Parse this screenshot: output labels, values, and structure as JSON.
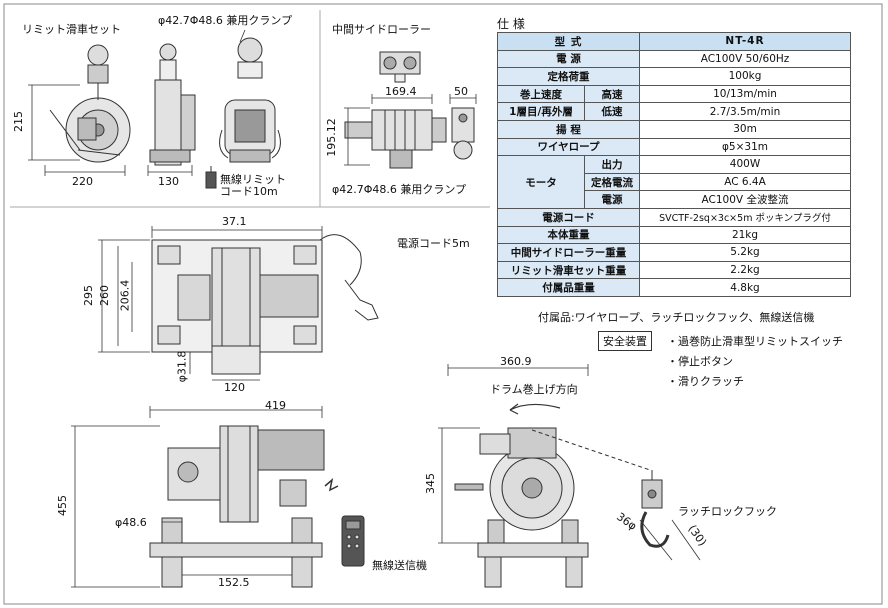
{
  "drawings": {
    "limit_pulley_set": {
      "title": "リミット滑車セット",
      "clamp": "φ42.7Φ48.6 兼用クランプ",
      "dim_height": "215",
      "dim_width": "220",
      "dim_depth": "130",
      "wireless_cord": "無線リミット\nコード10m"
    },
    "side_roller": {
      "title": "中間サイドローラー",
      "dim_width": "169.4",
      "dim_depth": "50",
      "dim_height": "195.12",
      "clamp": "φ42.7Φ48.6 兼用クランプ"
    },
    "top_view": {
      "dim_width": "37.1",
      "dim_h1": "295",
      "dim_h2": "260",
      "dim_h3": "206.4",
      "dim_shaft": "φ31.8",
      "dim_drum": "120",
      "power_cord": "電源コード5m"
    },
    "front_view": {
      "dim_width": "419",
      "dim_height": "455",
      "dim_shaft": "φ48.6",
      "dim_base": "152.5",
      "transmitter": "無線送信機"
    },
    "side_view": {
      "dim_width": "360.9",
      "drum_direction": "ドラム巻上げ方向",
      "dim_height": "345",
      "hook": "ラッチロックフック",
      "dim_hook1": "36φ",
      "dim_hook2": "(30)"
    }
  },
  "spec": {
    "title": "仕 様",
    "header": {
      "label": "型 式",
      "value": "NT-4R"
    },
    "rows": [
      {
        "label": "電 源",
        "value": "AC100V 50/60Hz"
      },
      {
        "label": "定格荷重",
        "value": "100kg"
      },
      {
        "label": "揚 程",
        "value": "30m"
      },
      {
        "label": "ワイヤロープ",
        "value": "φ5×31m"
      },
      {
        "label": "電源コード",
        "value": "SVCTF-2sq×3c×5m ポッキンプラグ付"
      },
      {
        "label": "本体重量",
        "value": "21kg"
      },
      {
        "label": "中間サイドローラー重量",
        "value": "5.2kg"
      },
      {
        "label": "リミット滑車セット重量",
        "value": "2.2kg"
      },
      {
        "label": "付属品重量",
        "value": "4.8kg"
      }
    ],
    "speed": {
      "label1": "巻上速度",
      "label2": "1層目/再外層",
      "high_label": "高速",
      "high_value": "10/13m/min",
      "low_label": "低速",
      "low_value": "2.7/3.5m/min"
    },
    "motor": {
      "label": "モータ",
      "rows": [
        {
          "label": "出力",
          "value": "400W"
        },
        {
          "label": "定格電流",
          "value": "AC 6.4A"
        },
        {
          "label": "電源",
          "value": "AC100V 全波整流"
        }
      ]
    },
    "accessories": "付属品:ワイヤロープ、ラッチロックフック、無線送信機",
    "safety": {
      "label": "安全装置",
      "items": [
        "・過巻防止滑車型リミットスイッチ",
        "・停止ボタン",
        "・滑りクラッチ"
      ]
    }
  }
}
